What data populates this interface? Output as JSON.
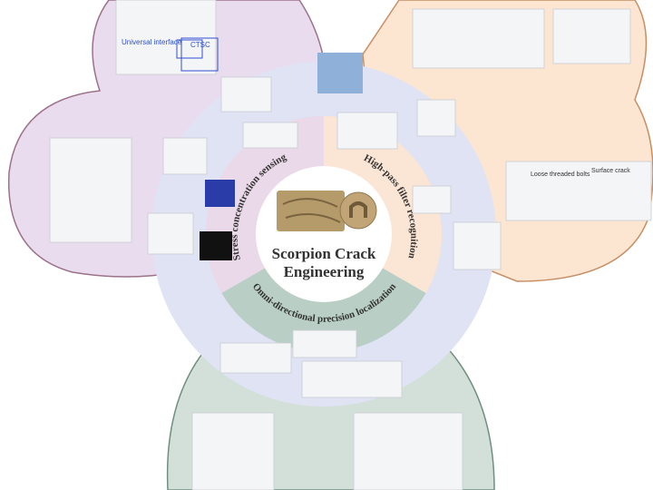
{
  "title_line1": "Scorpion Crack",
  "title_line2": "Engineering",
  "sectors": {
    "left": "Stress concentration sensing",
    "right": "High-pass filter recognition",
    "bottom": "Omni-directional precision localization"
  },
  "annotations": {
    "universal_interface": "Universal interface",
    "ctsc": "CTSC",
    "loose_bolts": "Loose threaded bolts",
    "surface_crack": "Surface crack"
  },
  "colors": {
    "purple_petal": "#e9dcee",
    "orange_petal": "#fce6d2",
    "green_petal": "#d3e0da",
    "ring": "#dfe3f3"
  }
}
